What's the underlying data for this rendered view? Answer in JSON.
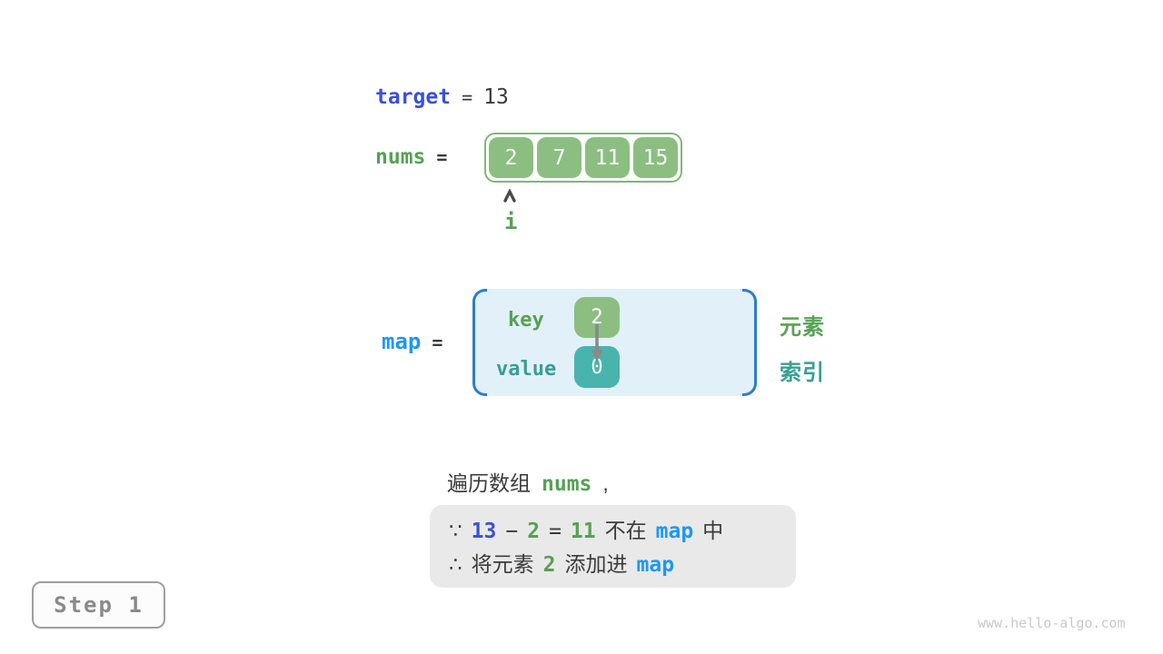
{
  "colors": {
    "indigo_keyword": "#3B51D4",
    "bright_blue_keyword": "#2097F3",
    "green_keyword": "#57A055",
    "teal_keyword": "#3A9D96",
    "green_cell": "#8CBE82",
    "green_border": "#7CB873",
    "teal_cell": "#48B4AD",
    "map_box_fill": "#E2F0F9",
    "map_bracket": "#2B7EC9",
    "reason_box_fill": "#E9E9E9",
    "dark_text": "#3B3B3B",
    "arrow_gray": "#8A8A8A"
  },
  "target_line": {
    "keyword": "target",
    "equals": "=",
    "value": "13"
  },
  "nums_line": {
    "keyword": "nums",
    "equals": "="
  },
  "nums_array": {
    "cells": [
      "2",
      "7",
      "11",
      "15"
    ]
  },
  "index_pointer": {
    "label": "i"
  },
  "map_line": {
    "keyword": "map",
    "equals": "="
  },
  "map_box": {
    "key_label": "key",
    "key_value": "2",
    "value_label": "value",
    "value_value": "0"
  },
  "side_labels": {
    "element": "元素",
    "index": "索引"
  },
  "traverse_line": {
    "prefix": "遍历数组",
    "keyword": "nums",
    "suffix": ","
  },
  "reason_box": {
    "line1": [
      {
        "text": "∵",
        "style": "dark"
      },
      {
        "text": "13",
        "style": "indigo"
      },
      {
        "text": "−",
        "style": "darkmono"
      },
      {
        "text": "2",
        "style": "green"
      },
      {
        "text": "=",
        "style": "darkmono"
      },
      {
        "text": "11",
        "style": "green"
      },
      {
        "text": "不在",
        "style": "dark"
      },
      {
        "text": "map",
        "style": "blue"
      },
      {
        "text": "中",
        "style": "dark"
      }
    ],
    "line2": [
      {
        "text": "∴",
        "style": "dark"
      },
      {
        "text": "将元素",
        "style": "dark"
      },
      {
        "text": "2",
        "style": "green"
      },
      {
        "text": "添加进",
        "style": "dark"
      },
      {
        "text": "map",
        "style": "blue"
      }
    ]
  },
  "step_badge": {
    "label": "Step 1"
  },
  "watermark": {
    "text": "www.hello-algo.com"
  }
}
